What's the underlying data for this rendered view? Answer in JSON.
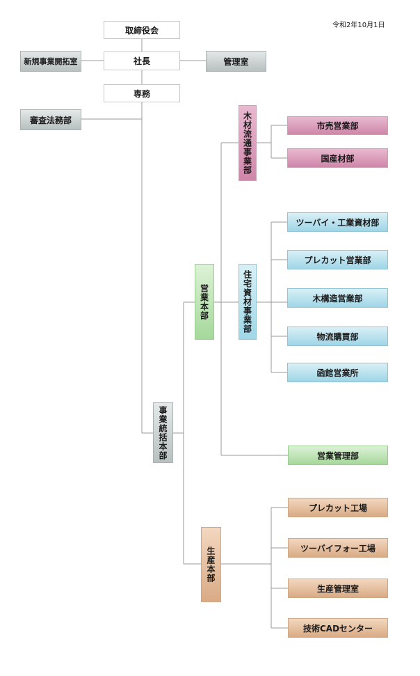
{
  "date": "令和2年10月1日",
  "nodes": {
    "board": "取締役会",
    "president": "社長",
    "new_business": "新規事業開拓室",
    "management_office": "管理室",
    "senmu": "専務",
    "legal": "審査法務部",
    "timber_div": "木材流通事業部",
    "city_sales": "市売営業部",
    "domestic_timber": "国産材部",
    "sales_hq": "営業本部",
    "housing_div": "住宅資材事業部",
    "twobyfour_materials": "ツーバイ・工業資材部",
    "precut_sales": "プレカット営業部",
    "wood_structure_sales": "木構造営業部",
    "logistics_purchase": "物流購買部",
    "hakodate_office": "函館営業所",
    "sales_control": "営業管理部",
    "business_hq": "事業統括本部",
    "production_hq": "生産本部",
    "precut_factory": "プレカット工場",
    "twobyfour_factory": "ツーバイフォー工場",
    "production_control": "生産管理室",
    "cad_center": "技術CADセンター"
  },
  "colors": {
    "line": "#9a9a9a",
    "gray": "#b8c0c0",
    "pink": "#cf86a9",
    "blue": "#9fd6e6",
    "green": "#a6d89b",
    "tan": "#d9ab85"
  }
}
